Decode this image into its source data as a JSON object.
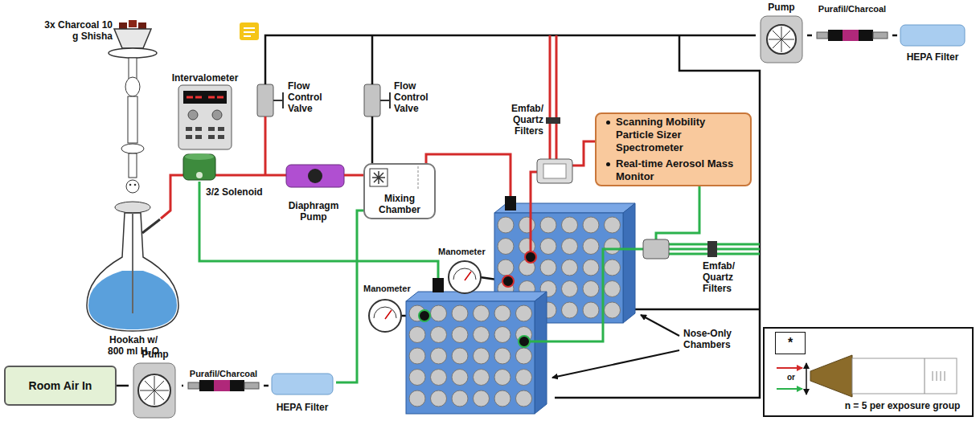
{
  "diagram": {
    "nodes": [
      {
        "text": [
          "Room Air In"
        ]
      },
      {
        "text": [
          "Pump"
        ]
      },
      {
        "text": [
          "Purafil/Charcoal"
        ]
      },
      {
        "text": [
          "HEPA Filter"
        ]
      },
      {
        "text": [
          "Diaphragm Pump"
        ]
      },
      {
        "text": [
          "Mixing Chamber"
        ]
      },
      {
        "text": [
          "Scanning Mobility Particle Sizer Spectrometer",
          "Real-time Aerosol Mass Monitor"
        ]
      },
      {
        "text": [
          "Pump"
        ]
      },
      {
        "text": [
          "Purafil/Charcoal"
        ]
      },
      {
        "text": [
          "HEPA Filter"
        ]
      }
    ],
    "edges": [
      {
        "from": 0,
        "to": 1,
        "arrow": "none"
      },
      {
        "from": 1,
        "to": 2,
        "arrow": "none"
      },
      {
        "from": 2,
        "to": 3,
        "arrow": "none"
      },
      {
        "from": 3,
        "to": 5,
        "arrow": "none"
      },
      {
        "from": 4,
        "to": 5,
        "arrow": "none"
      },
      {
        "from": 7,
        "to": 8,
        "arrow": "none"
      },
      {
        "from": 8,
        "to": 9,
        "arrow": "none"
      }
    ],
    "labels": [
      "3x Charcoal 10 g Shisha",
      "Hookah w/ 800 ml H₂O",
      "Intervalometer",
      "3/2 Solenoid",
      "Flow Control Valve",
      "Flow Control Valve",
      "Emfab/ Quartz Filters",
      "Emfab/ Quartz Filters",
      "Manometer",
      "Manometer",
      "Nose-Only Chambers",
      "*",
      "or",
      "n = 5 per exposure group"
    ]
  }
}
